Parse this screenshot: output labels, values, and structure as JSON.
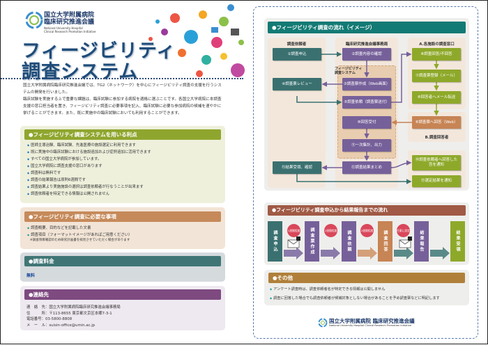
{
  "org": {
    "name_jp": "国立大学附属病院 臨床研究推進会議",
    "name_en_1": "National University Hospital",
    "name_en_2": "Clinical Research Promotion Initiative",
    "name_en": "National University Hospital Clinical Research Promotion Initiative"
  },
  "title": {
    "line1": "フィージビリティ",
    "line2": "調査システム"
  },
  "intro": [
    "国立大学附属病院臨床研究推進会議では、TG2（ネットワーク）を中心にフィージビリティ調査の支援を行うシステムの開発を行いました。",
    "臨床試験を実施する上で重要な課題は、臨床試験に参加する病院を適格に選ぶことです。各国立大学病院に本調査支援の窓口担当者を置き、フィージビリティ調査に必要事項を記入、臨床試験に必要な参加病院の候補を速やかに挙げることができます。また、既に実施中の臨床試験においても利用することができます。"
  ],
  "benefits": {
    "heading": "●フィージビリティ調査システムを用いる利点",
    "items": [
      "医師主導治験、臨床試験、先進医療の施設選定に利用できます",
      "既に実施中の臨床試験における施設追加および症例追加に活用できます",
      "すべての国立大学病院が参加しています。",
      "国立大学病院に調査支援の窓口があります",
      "調査料は無料です",
      "調査の結果報告は原則6週間です",
      "調査結果より実施施設の選択は調査依頼者が行なうことが出来ます",
      "調査依頼者を特定できる情報は公開されません"
    ]
  },
  "requirements": {
    "heading": "●フィージビリティ調査に必要な事項",
    "items": [
      "調査概要、目的などを記載した文書",
      "調査項目（フォーマットイメージがあればご用意ください）"
    ],
    "note": "※調査項目確認のため研究計画書を拝見させていただく場合があります"
  },
  "fee": {
    "heading": "●調査料金",
    "value": "無料"
  },
  "contact": {
    "heading": "●連絡先",
    "rows": [
      {
        "label": "連　絡　先",
        "value": "：国立大学附属病院臨床研究推進会議事務局"
      },
      {
        "label": "住　　　所",
        "value": "：〒113-8655 東京都文京区本郷7-3-1"
      },
      {
        "label": "電話番号",
        "value": "：03-5800-8808"
      },
      {
        "label": "メ　ー　ル",
        "value": "：suisin-office@umin.ac.jp"
      }
    ]
  },
  "flow": {
    "heading": "●フィージビリティ調査の流れ（イメージ）",
    "col1": "調査依頼者",
    "col2": "臨床研究推進会議事務局",
    "col3": "A.各施設の調査窓口",
    "system_label": "フィージビリティ\n調査システム",
    "col3b": "B.調査回答者",
    "steps": {
      "s1": "①調査申込",
      "s2": "②調査内容の確認",
      "s3": "③調査票作成（Web画面）",
      "s4": "④調査票レビュー",
      "s5": "⑤調査依頼（調査票送付）",
      "s6": "⑥調査回答/不回答",
      "s7": "⑦調査票登録（メール）",
      "s8": "⑧回答者へメール転送",
      "s9": "⑨調査票へ回答（Web）",
      "s10": "⑩回答受付",
      "s11": "⑪一次集計、出力",
      "s12": "⑫調査結果まとめ",
      "s13": "⑬結果受領、確認",
      "s14": "⑭調査依頼者へ回答した旨を通知",
      "s15": "⑮選定結果を通知"
    }
  },
  "timeline": {
    "heading": "●フィージビリティ調査申込から結果報告までの流れ",
    "stages": [
      "調査申込",
      "調査票作成",
      "調査依頼",
      "調査回答",
      "結果報告",
      "結果受領"
    ],
    "badges": [
      "1週間程度",
      "2週間程度",
      "2週間程度",
      "任意に設定"
    ]
  },
  "other": {
    "heading": "●その他",
    "items": [
      "アンケート調査時は、調査依頼者名が特定できる情報は公開しません",
      "調査に回答した場合でも調査依頼者が候補対象としない場合があることを予め調査票などに明記します"
    ]
  },
  "colors": {
    "green": "#8fa62e",
    "tan": "#c68a5a",
    "teal": "#3f7675",
    "purple": "#7e4a80",
    "flow_header": "#127a74",
    "timeline_header": "#a05a45",
    "other_header": "#b0803a"
  }
}
